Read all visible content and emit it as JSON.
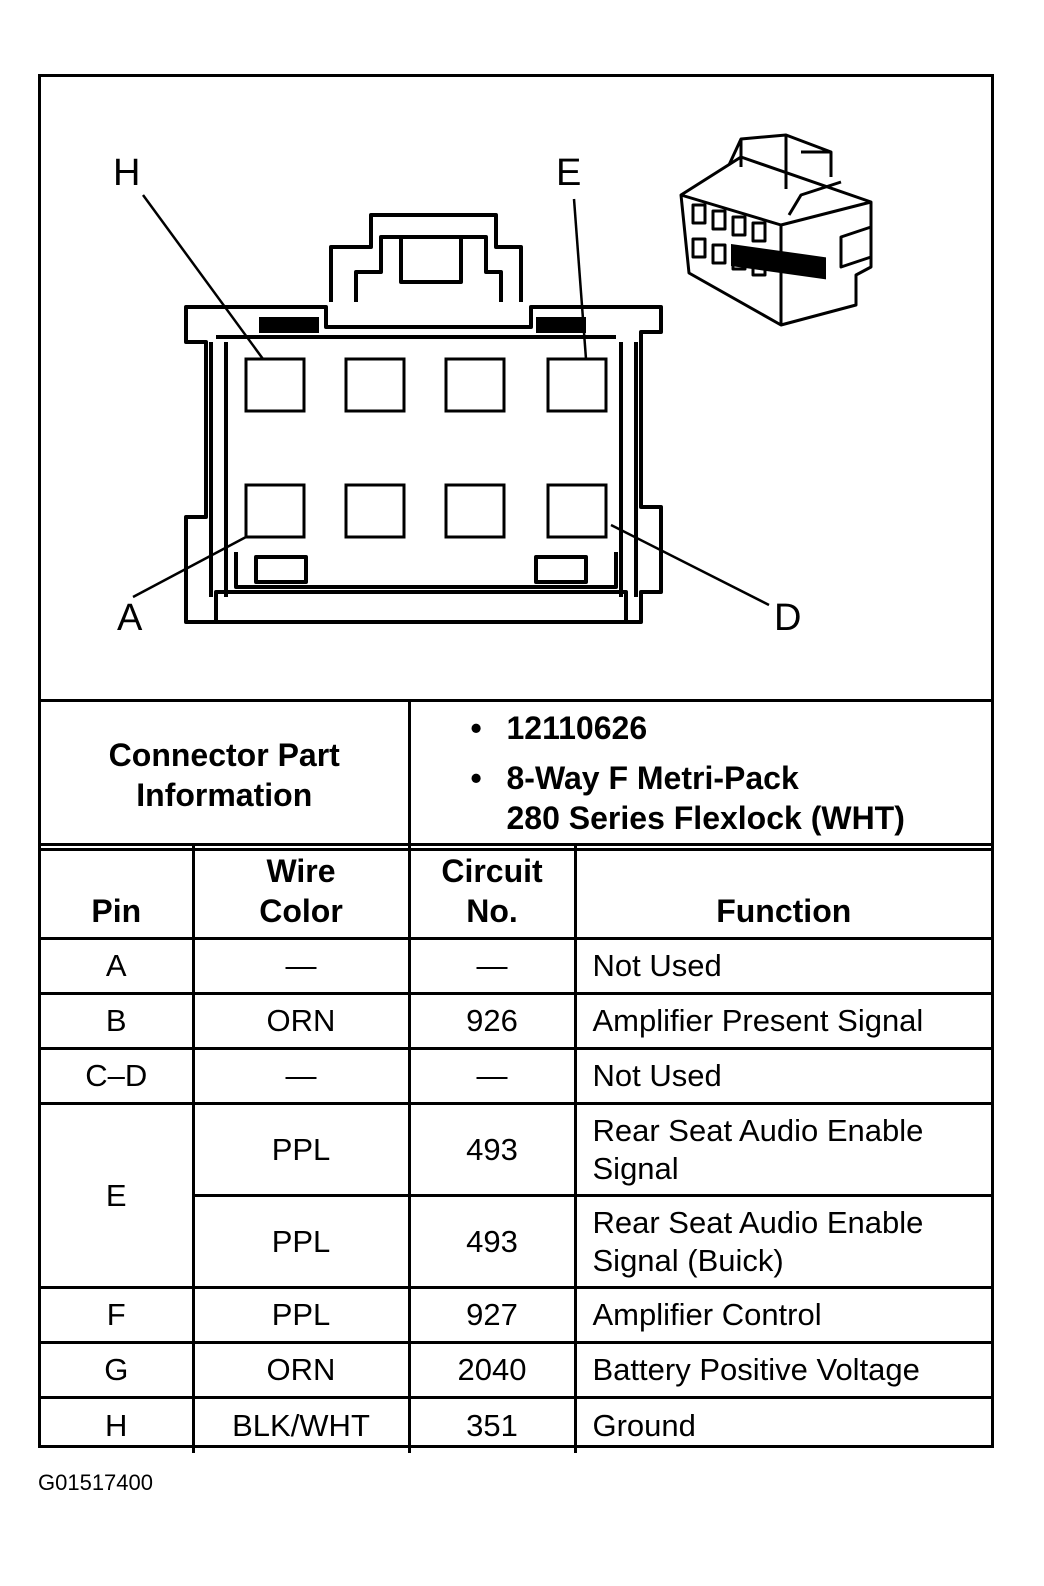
{
  "diagram": {
    "callouts": {
      "h": "H",
      "e": "E",
      "a": "A",
      "d": "D"
    }
  },
  "connector_info": {
    "label_line1": "Connector Part",
    "label_line2": "Information",
    "part_number": "12110626",
    "description_line1": "8-Way F Metri-Pack",
    "description_line2": "280 Series Flexlock (WHT)"
  },
  "pin_table": {
    "headers": {
      "pin": "Pin",
      "wire_color_line1": "Wire",
      "wire_color_line2": "Color",
      "circuit_line1": "Circuit",
      "circuit_line2": "No.",
      "function": "Function"
    },
    "rows": [
      {
        "pin": "A",
        "wire": "—",
        "circuit": "—",
        "function": "Not Used"
      },
      {
        "pin": "B",
        "wire": "ORN",
        "circuit": "926",
        "function": "Amplifier Present Signal"
      },
      {
        "pin": "C–D",
        "wire": "—",
        "circuit": "—",
        "function": "Not Used"
      },
      {
        "pin": "E",
        "wire": "PPL",
        "circuit": "493",
        "function_line1": "Rear Seat Audio Enable",
        "function_line2": "Signal"
      },
      {
        "pin": "E",
        "wire": "PPL",
        "circuit": "493",
        "function_line1": "Rear Seat Audio Enable",
        "function_line2": "Signal (Buick)"
      },
      {
        "pin": "F",
        "wire": "PPL",
        "circuit": "927",
        "function": "Amplifier Control"
      },
      {
        "pin": "G",
        "wire": "ORN",
        "circuit": "2040",
        "function": "Battery Positive Voltage"
      },
      {
        "pin": "H",
        "wire": "BLK/WHT",
        "circuit": "351",
        "function": "Ground"
      }
    ]
  },
  "footer": {
    "code": "G01517400"
  }
}
